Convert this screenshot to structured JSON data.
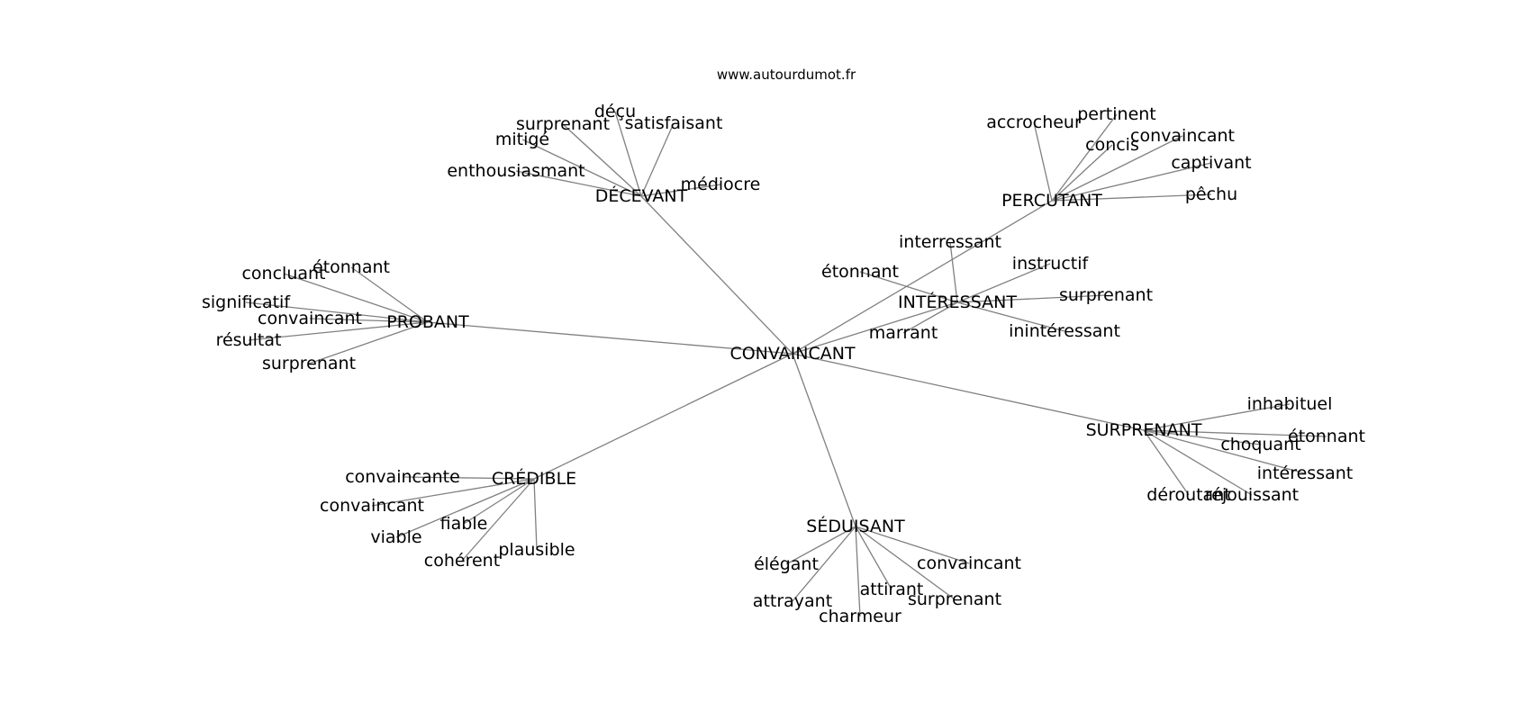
{
  "site": "www.autourdumot.fr",
  "colors": {
    "background": "#ffffff",
    "edge": "#808080",
    "text": "#000000"
  },
  "graph": {
    "root": "CONVAINCANT",
    "nodes": [
      {
        "id": "root",
        "label": "CONVAINCANT"
      },
      {
        "id": "decevant",
        "label": "DÉCEVANT"
      },
      {
        "id": "percutant",
        "label": "PERCUTANT"
      },
      {
        "id": "probant",
        "label": "PROBANT"
      },
      {
        "id": "interessant",
        "label": "INTÉRESSANT"
      },
      {
        "id": "surprenant",
        "label": "SURPRENANT"
      },
      {
        "id": "credible",
        "label": "CRÉDIBLE"
      },
      {
        "id": "seduisant",
        "label": "SÉDUISANT"
      },
      {
        "id": "d1",
        "label": "déçu"
      },
      {
        "id": "d2",
        "label": "surprenant"
      },
      {
        "id": "d3",
        "label": "satisfaisant"
      },
      {
        "id": "d4",
        "label": "mitigé"
      },
      {
        "id": "d5",
        "label": "enthousiasmant"
      },
      {
        "id": "d6",
        "label": "médiocre"
      },
      {
        "id": "p1",
        "label": "accrocheur"
      },
      {
        "id": "p2",
        "label": "pertinent"
      },
      {
        "id": "p3",
        "label": "convaincant"
      },
      {
        "id": "p4",
        "label": "concis"
      },
      {
        "id": "p5",
        "label": "captivant"
      },
      {
        "id": "p6",
        "label": "pêchu"
      },
      {
        "id": "b1",
        "label": "étonnant"
      },
      {
        "id": "b2",
        "label": "concluant"
      },
      {
        "id": "b3",
        "label": "significatif"
      },
      {
        "id": "b4",
        "label": "convaincant"
      },
      {
        "id": "b5",
        "label": "résultat"
      },
      {
        "id": "b6",
        "label": "surprenant"
      },
      {
        "id": "i1",
        "label": "interressant"
      },
      {
        "id": "i2",
        "label": "étonnant"
      },
      {
        "id": "i3",
        "label": "instructif"
      },
      {
        "id": "i4",
        "label": "surprenant"
      },
      {
        "id": "i5",
        "label": "marrant"
      },
      {
        "id": "i6",
        "label": "inintéressant"
      },
      {
        "id": "s1",
        "label": "inhabituel"
      },
      {
        "id": "s2",
        "label": "étonnant"
      },
      {
        "id": "s3",
        "label": "choquant"
      },
      {
        "id": "s4",
        "label": "intéressant"
      },
      {
        "id": "s5",
        "label": "déroutant"
      },
      {
        "id": "s6",
        "label": "réjouissant"
      },
      {
        "id": "c1",
        "label": "convaincante"
      },
      {
        "id": "c2",
        "label": "convaincant"
      },
      {
        "id": "c3",
        "label": "fiable"
      },
      {
        "id": "c4",
        "label": "viable"
      },
      {
        "id": "c5",
        "label": "plausible"
      },
      {
        "id": "c6",
        "label": "cohérent"
      },
      {
        "id": "e1",
        "label": "élégant"
      },
      {
        "id": "e2",
        "label": "convaincant"
      },
      {
        "id": "e3",
        "label": "attirant"
      },
      {
        "id": "e4",
        "label": "attrayant"
      },
      {
        "id": "e5",
        "label": "surprenant"
      },
      {
        "id": "e6",
        "label": "charmeur"
      }
    ],
    "edges": [
      [
        "root",
        "decevant"
      ],
      [
        "root",
        "percutant"
      ],
      [
        "root",
        "probant"
      ],
      [
        "root",
        "interessant"
      ],
      [
        "root",
        "surprenant"
      ],
      [
        "root",
        "credible"
      ],
      [
        "root",
        "seduisant"
      ],
      [
        "decevant",
        "d1"
      ],
      [
        "decevant",
        "d2"
      ],
      [
        "decevant",
        "d3"
      ],
      [
        "decevant",
        "d4"
      ],
      [
        "decevant",
        "d5"
      ],
      [
        "decevant",
        "d6"
      ],
      [
        "percutant",
        "p1"
      ],
      [
        "percutant",
        "p2"
      ],
      [
        "percutant",
        "p3"
      ],
      [
        "percutant",
        "p4"
      ],
      [
        "percutant",
        "p5"
      ],
      [
        "percutant",
        "p6"
      ],
      [
        "probant",
        "b1"
      ],
      [
        "probant",
        "b2"
      ],
      [
        "probant",
        "b3"
      ],
      [
        "probant",
        "b4"
      ],
      [
        "probant",
        "b5"
      ],
      [
        "probant",
        "b6"
      ],
      [
        "interessant",
        "i1"
      ],
      [
        "interessant",
        "i2"
      ],
      [
        "interessant",
        "i3"
      ],
      [
        "interessant",
        "i4"
      ],
      [
        "interessant",
        "i5"
      ],
      [
        "interessant",
        "i6"
      ],
      [
        "surprenant",
        "s1"
      ],
      [
        "surprenant",
        "s2"
      ],
      [
        "surprenant",
        "s3"
      ],
      [
        "surprenant",
        "s4"
      ],
      [
        "surprenant",
        "s5"
      ],
      [
        "surprenant",
        "s6"
      ],
      [
        "credible",
        "c1"
      ],
      [
        "credible",
        "c2"
      ],
      [
        "credible",
        "c3"
      ],
      [
        "credible",
        "c4"
      ],
      [
        "credible",
        "c5"
      ],
      [
        "credible",
        "c6"
      ],
      [
        "seduisant",
        "e1"
      ],
      [
        "seduisant",
        "e2"
      ],
      [
        "seduisant",
        "e3"
      ],
      [
        "seduisant",
        "e4"
      ],
      [
        "seduisant",
        "e5"
      ],
      [
        "seduisant",
        "e6"
      ]
    ]
  }
}
